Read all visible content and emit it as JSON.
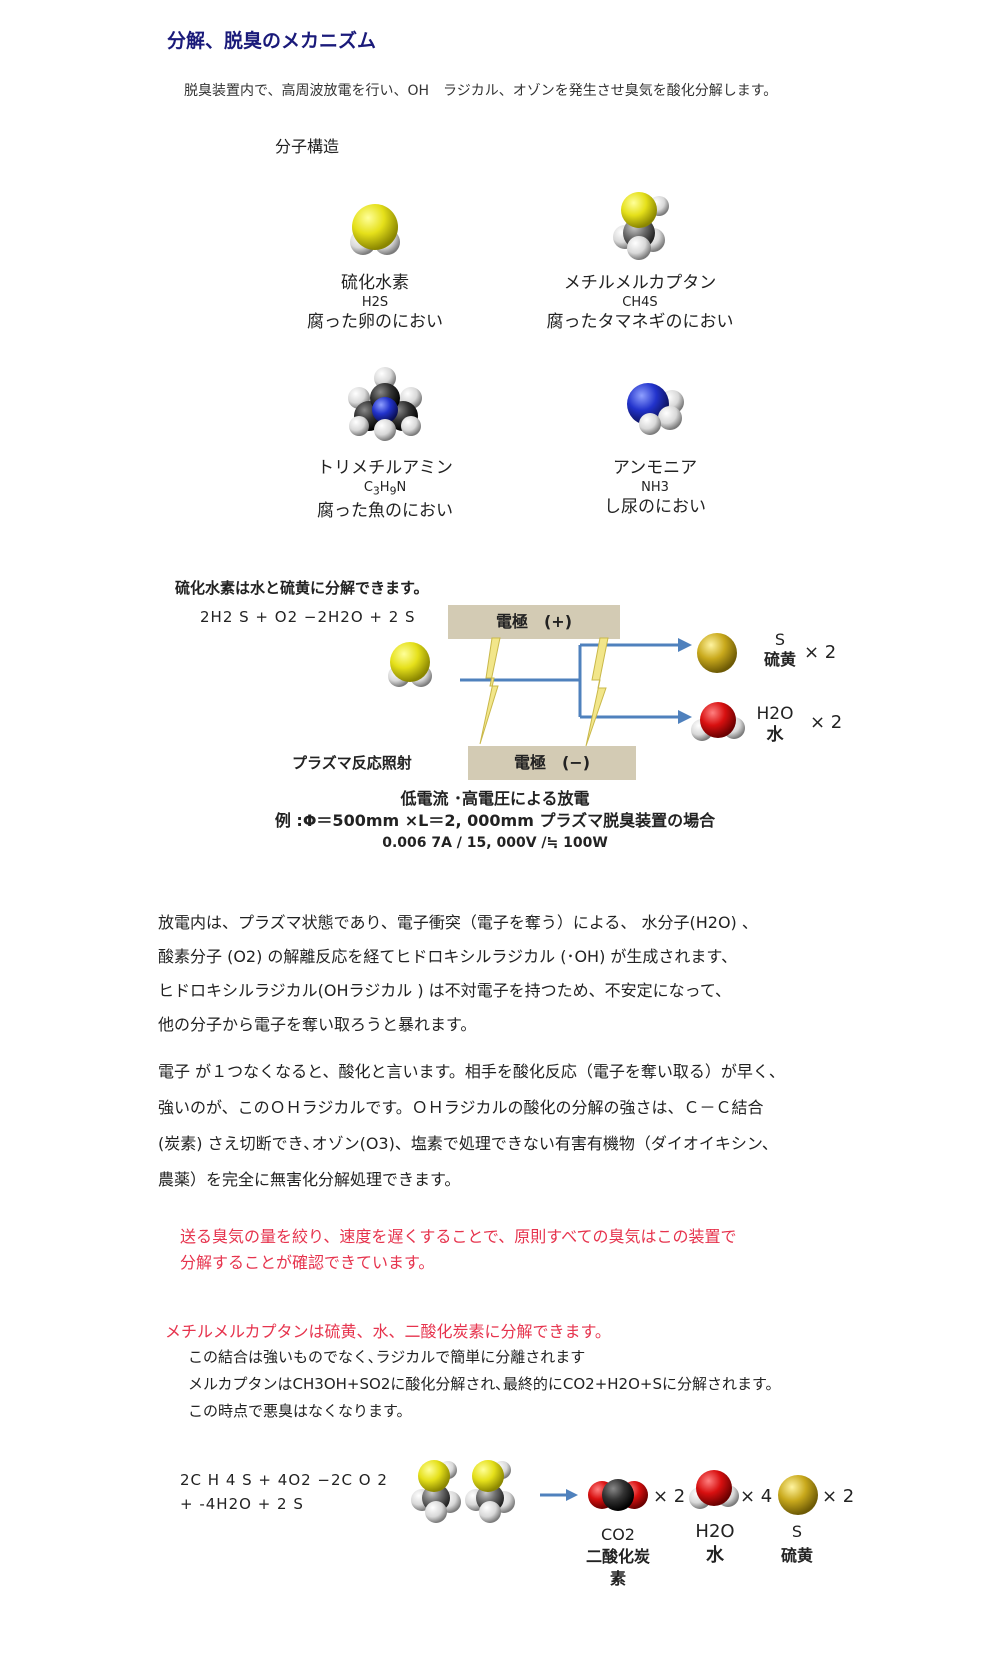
{
  "title": "分解、脱臭のメカニズム",
  "intro": "脱臭装置内で、高周波放電を行い、OH　ラジカル、オゾンを発生させ臭気を酸化分解します。",
  "molecule_heading": "分子構造",
  "molecules": [
    {
      "name": "硫化水素",
      "formula": "H2S",
      "smell": "腐った卵のにおい",
      "icon": "h2s-molecule"
    },
    {
      "name": "メチルメルカプタン",
      "formula": "CH4S",
      "smell": "腐ったタマネギのにおい",
      "icon": "ch4s-molecule"
    },
    {
      "name": "トリメチルアミン",
      "formula_main": "C",
      "formula_sub1": "3",
      "formula_mid": "H",
      "formula_sub2": "9",
      "formula_end": "N",
      "smell": "腐った魚のにおい",
      "icon": "trimethylamine-molecule"
    },
    {
      "name": "アンモニア",
      "formula": "NH3",
      "smell": "し尿のにおい",
      "icon": "ammonia-molecule"
    }
  ],
  "h2s_section": {
    "heading": "硫化水素は水と硫黄に分解できます。",
    "equation": "2H2 S + O2 −2H2O + 2 S",
    "electrode_top": "電極　(+)",
    "electrode_bottom": "電極　(−)",
    "plasma_label": "プラズマ反応照射",
    "product1_formula": "S",
    "product1_name": "硫黄",
    "product1_mult": "× 2",
    "product2_formula": "H2O",
    "product2_name": "水",
    "product2_mult": "× 2",
    "caption1": "低電流 ･高電圧による放電",
    "caption2": "例 :Φ＝500mm ×L＝2, 000mm  プラズマ脱臭装置の場合",
    "caption3": "0.006 7A  /   15, 000V  /≒ 100W"
  },
  "paragraph1": [
    "放電内は、プラズマ状態であり、電子衝突（電子を奪う）による、  水分子(H2O) 、",
    "酸素分子 (O2) の解離反応を経てヒドロキシルラジカル (･OH)  が生成されます、",
    "ヒドロキシルラジカル(OHラジカル ) は不対電子を持つため、不安定になって、",
    "他の分子から電子を奪い取ろうと暴れます。"
  ],
  "paragraph2": [
    "電子 が１つなくなると、酸化と言います。相手を酸化反応（電子を奪い取る）が早く、",
    "強いのが、このＯＨラジカルです。ＯＨラジカルの酸化の分解の強さは、Ｃ－Ｃ結合",
    "(炭素) さえ切断でき､オゾン(O3)、塩素で処理できない有害有機物（ダイオイキシン、",
    "農薬）を完全に無害化分解処理できます。"
  ],
  "note": [
    "送る臭気の量を絞り、速度を遅くすることで、原則すべての臭気はこの装置で",
    "分解することが確認できています。"
  ],
  "ch4s_section": {
    "heading": "メチルメルカプタンは硫黄、水、二酸化炭素に分解できます。",
    "lines": [
      "この結合は強いものでなく､ラジカルで簡単に分離されます",
      "メルカプタンはCH3OH+SO2に酸化分解され､最終的にCO2+H2O+Sに分解されます。",
      "この時点で悪臭はなくなります。"
    ],
    "equation_line1": "2C H 4 S + 4O2 −2C O 2",
    "equation_line2": "+ -4H2O + 2 S",
    "co2_mult": "× 2",
    "h2o_mult": "× 4",
    "s_mult": "× 2",
    "co2_formula": "CO2",
    "co2_name": "二酸化炭",
    "co2_name2": "素",
    "h2o_formula": "H2O",
    "h2o_name": "水",
    "s_formula": "S",
    "s_name": "硫黄"
  },
  "colors": {
    "title": "#1a1a7a",
    "red_text": "#e6334d",
    "electrode": "#d3cbb4",
    "arrow": "#4f81bd",
    "sulfur_yellow": "#e5e01a",
    "sulfur_gold": "#c9a91c",
    "oxygen_red": "#d81010",
    "nitrogen_blue": "#2233cc"
  }
}
